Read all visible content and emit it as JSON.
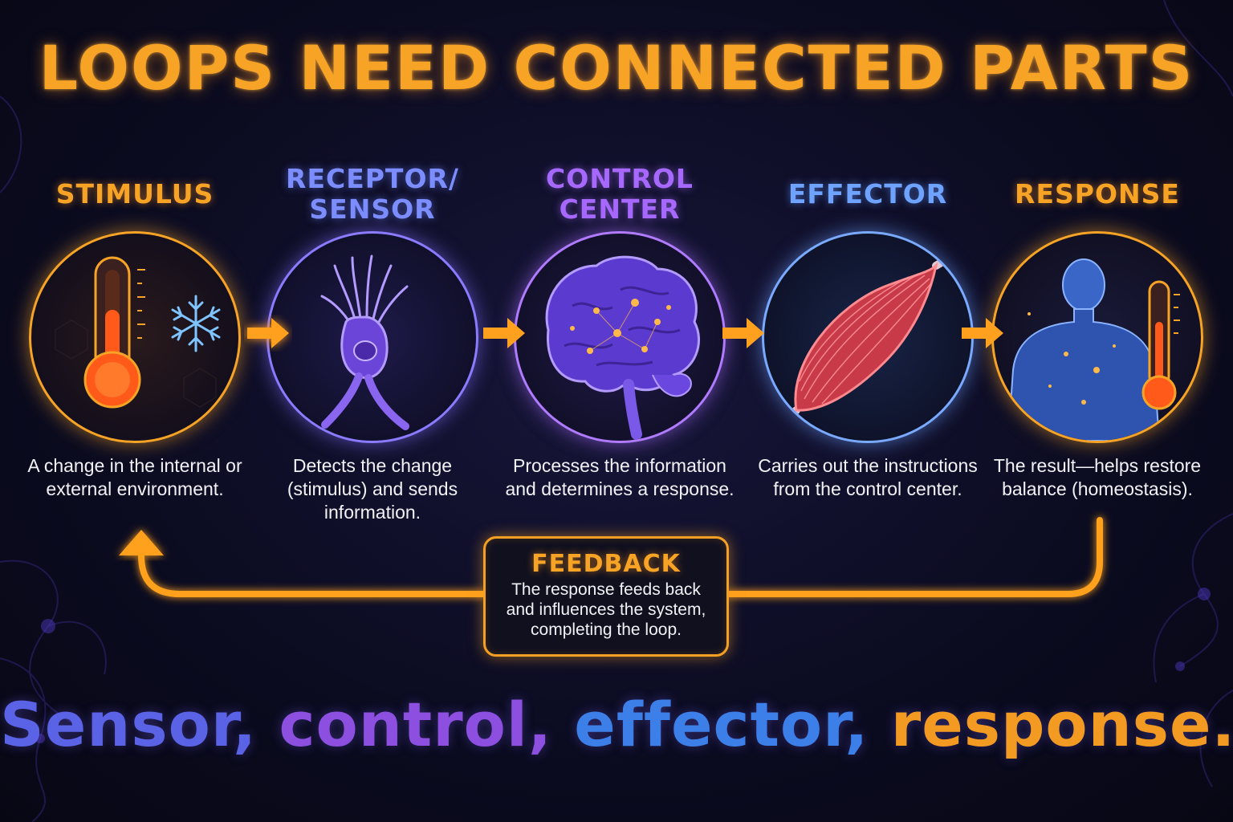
{
  "title": "LOOPS NEED CONNECTED PARTS",
  "colors": {
    "orange": "#f7a326",
    "blue": "#6f8cff",
    "violet": "#a668ff",
    "effector_blue": "#5b9dff",
    "background": "#0c0c22"
  },
  "stages": [
    {
      "title": "STIMULUS",
      "description": "A change in the internal or external environment.",
      "icon": "thermometer-snowflake-icon",
      "color": "#f7a326"
    },
    {
      "title": "RECEPTOR/\nSENSOR",
      "description": "Detects the change (stimulus) and sends information.",
      "icon": "sensory-receptor-cell-icon",
      "color": "#7b8dff"
    },
    {
      "title": "CONTROL\nCENTER",
      "description": "Processes the information and determines a response.",
      "icon": "brain-icon",
      "color": "#a668ff"
    },
    {
      "title": "EFFECTOR",
      "description": "Carries out the instructions from the control center.",
      "icon": "muscle-icon",
      "color": "#6ea4ff"
    },
    {
      "title": "RESPONSE",
      "description": "The result—helps restore balance (homeostasis).",
      "icon": "human-thermometer-icon",
      "color": "#f7a326"
    }
  ],
  "feedback": {
    "title": "FEEDBACK",
    "text": "The response feeds back\nand influences the system,\ncompleting the loop."
  },
  "tagline": {
    "parts": [
      {
        "text": "Sensor,",
        "color": "#5a62e6"
      },
      {
        "text": "control,",
        "color": "#8d4fe0"
      },
      {
        "text": "effector,",
        "color": "#3d7fe8"
      },
      {
        "text": "response.",
        "color": "#f39a22"
      }
    ]
  }
}
